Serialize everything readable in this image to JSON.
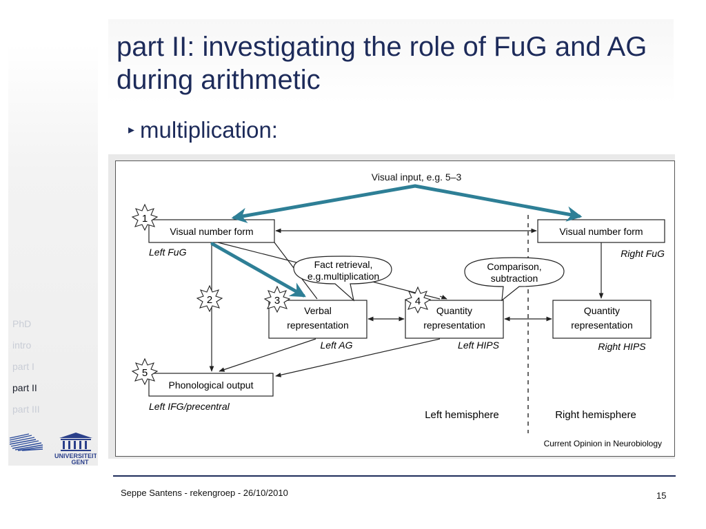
{
  "slide": {
    "title": "part II: investigating the role of FuG and AG during arithmetic",
    "bullet": "multiplication:"
  },
  "sidebar": {
    "items": [
      {
        "label": "PhD",
        "active": false
      },
      {
        "label": "intro",
        "active": false
      },
      {
        "label": "part I",
        "active": false
      },
      {
        "label": "part II",
        "active": true
      },
      {
        "label": "part III",
        "active": false
      }
    ],
    "logo_text_1": "UNIVERSITEIT",
    "logo_text_2": "GENT"
  },
  "diagram": {
    "input_label": "Visual input, e.g. 5–3",
    "left_vnf": "Visual number form",
    "left_vnf_region": "Left FuG",
    "right_vnf": "Visual number form",
    "right_vnf_region": "Right FuG",
    "fact_bubble_1": "Fact retrieval,",
    "fact_bubble_2": "e.g.multiplication",
    "comp_bubble_1": "Comparison,",
    "comp_bubble_2": "subtraction",
    "verbal_1": "Verbal",
    "verbal_2": "representation",
    "verbal_region": "Left AG",
    "lquant_1": "Quantity",
    "lquant_2": "representation",
    "lquant_region": "Left HIPS",
    "rquant_1": "Quantity",
    "rquant_2": "representation",
    "rquant_region": "Right HIPS",
    "phon": "Phonological output",
    "phon_region": "Left IFG/precentral",
    "left_hemi": "Left hemisphere",
    "right_hemi": "Right hemisphere",
    "source": "Current Opinion in Neurobiology",
    "badges": [
      "1",
      "2",
      "3",
      "4",
      "5"
    ],
    "colors": {
      "highlight_arrow": "#2e7f96",
      "line": "#222222"
    }
  },
  "footer": {
    "author": "Seppe Santens - rekengroep - 26/10/2010",
    "page": "15"
  }
}
